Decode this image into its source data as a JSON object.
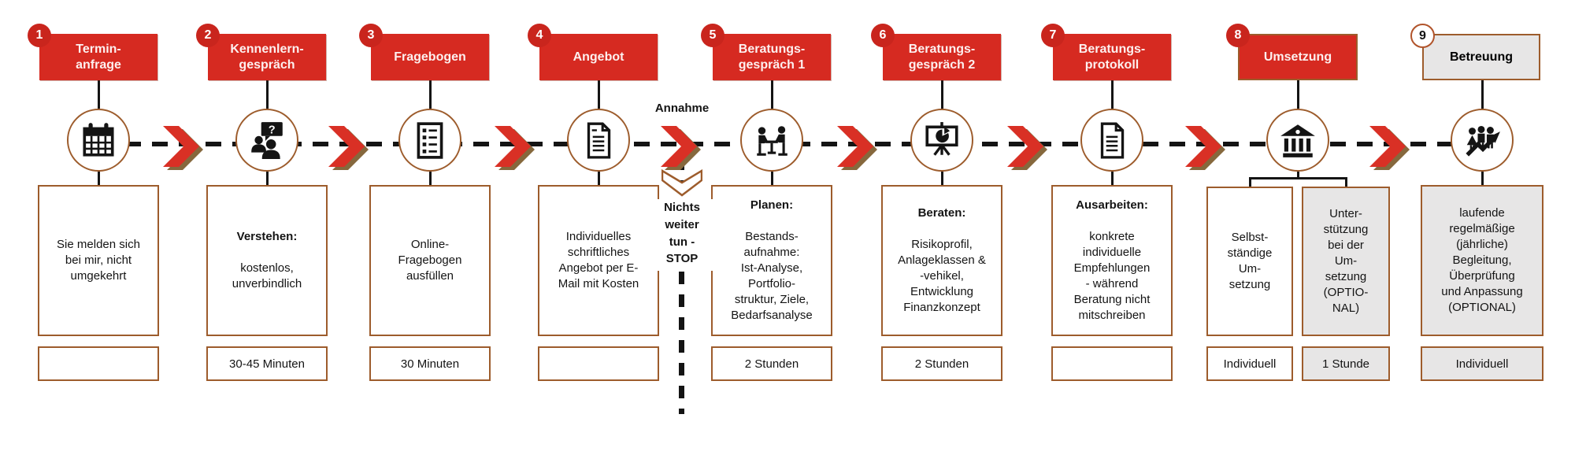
{
  "diagram": {
    "acceptance_label": "Annahme",
    "stop_label": "Nichts\nweiter\ntun -\nSTOP",
    "colors": {
      "accent_red": "#d62a21",
      "badge_red": "#c9251d",
      "border_brown": "#9d5c2c",
      "box_gray": "#e7e6e6",
      "line_black": "#141414"
    },
    "steps": [
      {
        "number": "1",
        "title": "Termin-\nanfrage",
        "icon": "calendar-icon",
        "heading": "",
        "body": "Sie melden sich\nbei mir, nicht\numgekehrt",
        "duration": ""
      },
      {
        "number": "2",
        "title": "Kennenlern-\ngespräch",
        "icon": "people-question-icon",
        "heading": "Verstehen:",
        "body": "kostenlos,\nunverbindlich",
        "duration": "30-45 Minuten"
      },
      {
        "number": "3",
        "title": "Fragebogen",
        "icon": "checklist-icon",
        "heading": "",
        "body": "Online-\nFragebogen\nausfüllen",
        "duration": "30 Minuten"
      },
      {
        "number": "4",
        "title": "Angebot",
        "icon": "document-icon",
        "heading": "",
        "body": "Individuelles\nschriftliches\nAngebot per E-\nMail mit Kosten",
        "duration": ""
      },
      {
        "number": "5",
        "title": "Beratungs-\ngespräch 1",
        "icon": "meeting-icon",
        "heading": "Planen:",
        "body": "Bestands-\naufnahme:\nIst-Analyse,\nPortfolio-\nstruktur, Ziele,\nBedarfsanalyse",
        "duration": "2 Stunden"
      },
      {
        "number": "6",
        "title": "Beratungs-\ngespräch 2",
        "icon": "presentation-icon",
        "heading": "Beraten:",
        "body": "Risikoprofil,\nAnlageklassen &\n-vehikel,\nEntwicklung\nFinanzkonzept",
        "duration": "2 Stunden"
      },
      {
        "number": "7",
        "title": "Beratungs-\nprotokoll",
        "icon": "document-icon",
        "heading": "Ausarbeiten:",
        "body": "konkrete\nindividuelle\nEmpfehlungen\n- während\nBeratung nicht\nmitschreiben",
        "duration": ""
      },
      {
        "number": "8",
        "title": "Umsetzung",
        "icon": "bank-icon",
        "branches": [
          {
            "body": "Selbst-\nständige\nUm-\nsetzung",
            "duration": "Individuell"
          },
          {
            "body": "Unter-\nstützung\nbei der\nUm-\nsetzung\n(OPTIO-\nNAL)",
            "duration": "1 Stunde"
          }
        ]
      },
      {
        "number": "9",
        "title": "Betreuung",
        "icon": "people-growth-icon",
        "heading": "",
        "body": "laufende\nregelmäßige\n(jährliche)\nBegleitung,\nÜberprüfung\nund Anpassung\n(OPTIONAL)",
        "duration": "Individuell"
      }
    ]
  }
}
